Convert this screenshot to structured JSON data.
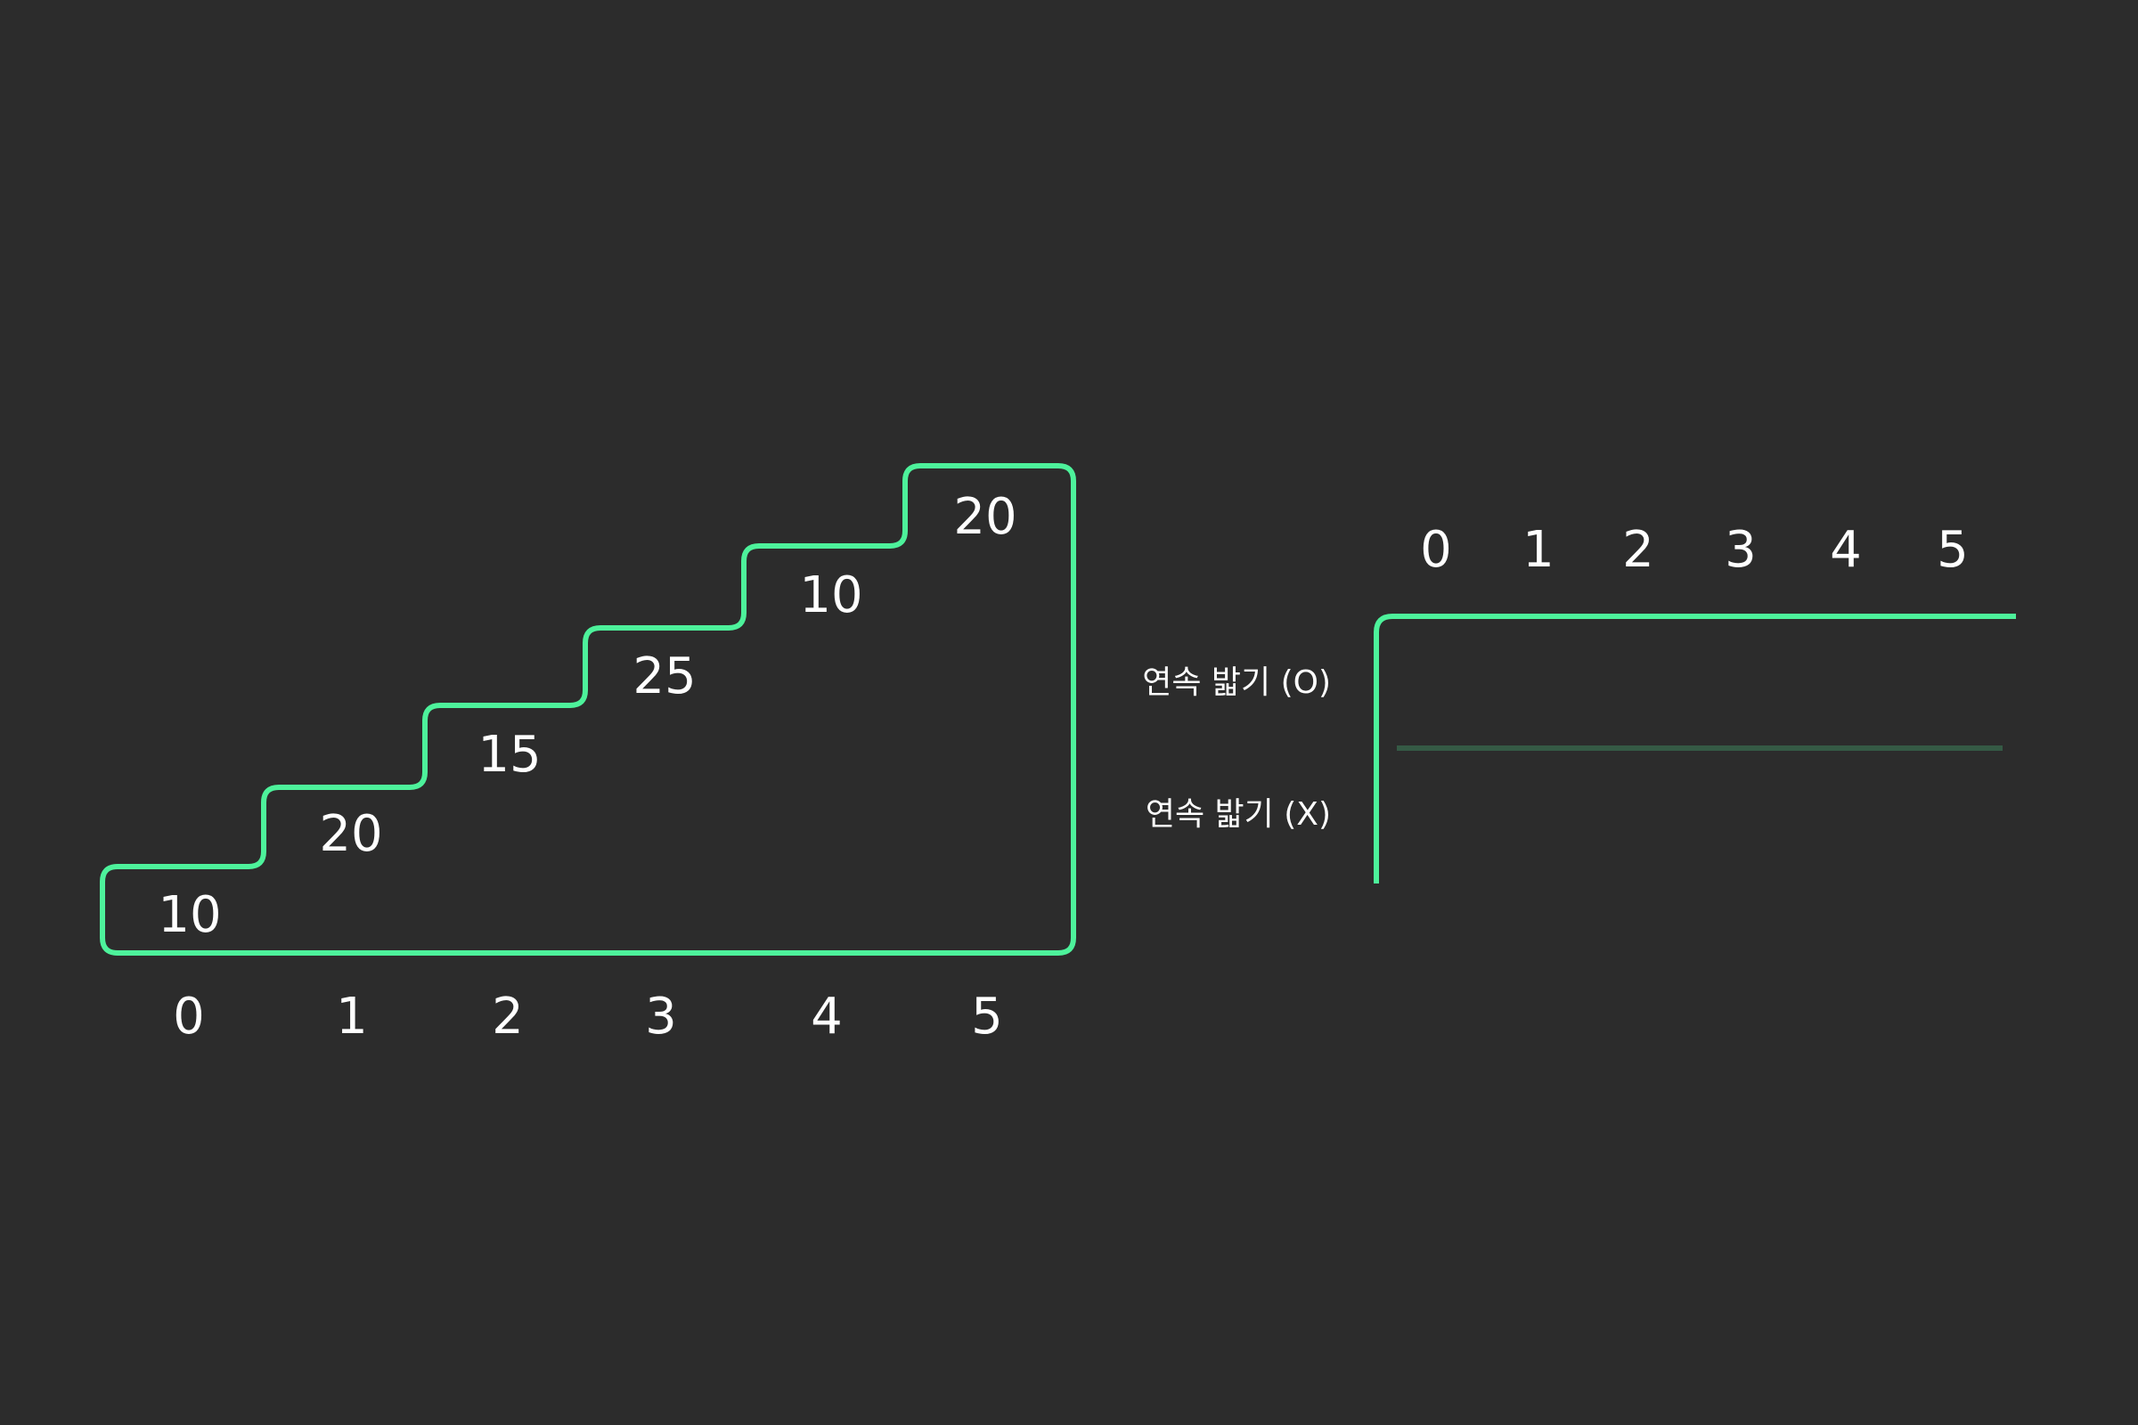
{
  "colors": {
    "background": "#2c2c2c",
    "accent": "#4df29b",
    "divider": "#355a45",
    "text": "#ffffff"
  },
  "staircase": {
    "indices": [
      "0",
      "1",
      "2",
      "3",
      "4",
      "5"
    ],
    "step_values": [
      "10",
      "20",
      "15",
      "25",
      "10",
      "20"
    ]
  },
  "dp_table": {
    "indices": [
      "0",
      "1",
      "2",
      "3",
      "4",
      "5"
    ],
    "row_labels": [
      "연속 밟기 (O)",
      "연속 밟기 (X)"
    ]
  }
}
